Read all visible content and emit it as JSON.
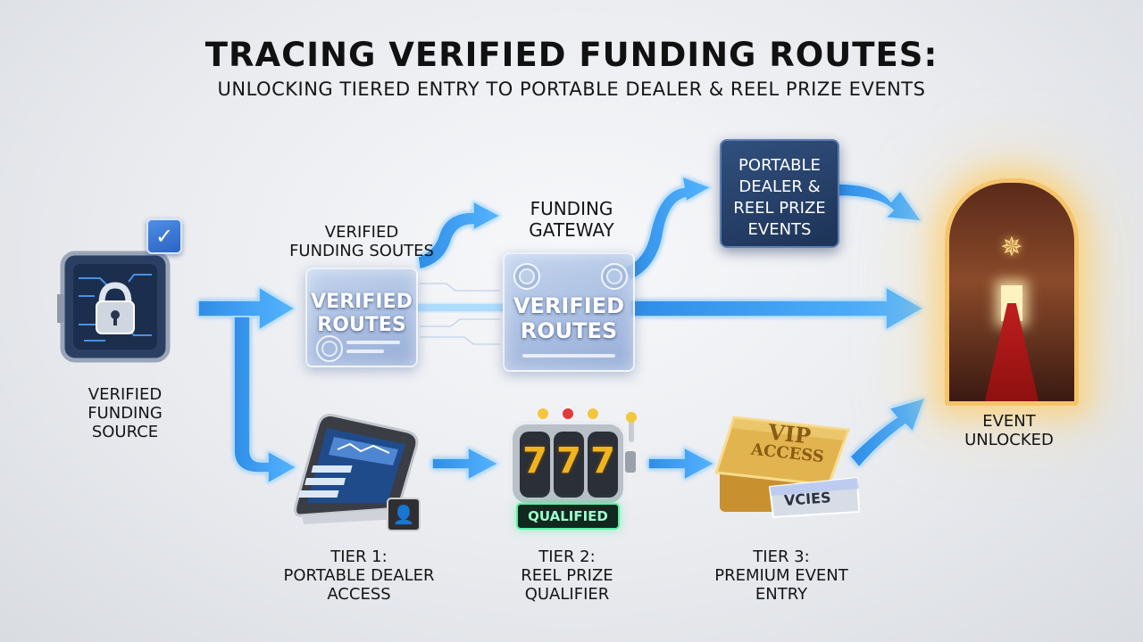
{
  "title": "TRACING VERIFIED FUNDING ROUTES:",
  "subtitle": "UNLOCKING TIERED ENTRY TO PORTABLE DEALER & REEL PRIZE EVENTS",
  "nodes": {
    "source": {
      "label_lines": [
        "VERIFIED",
        "FUNDING",
        "SOURCE"
      ],
      "icon": "secure-vault-lock-icon",
      "badge_icon": "checkmark-icon"
    },
    "routes_upper": {
      "label_lines": [
        "VERIFIED",
        "FUNDING SOUTES"
      ],
      "panel_lines": [
        "VERIFIED",
        "ROUTES"
      ]
    },
    "gateway": {
      "label_lines": [
        "FUNDING",
        "GATEWAY"
      ],
      "panel_lines": [
        "VERIFIED",
        "ROUTES"
      ]
    },
    "events": {
      "panel_lines": [
        "PORTABLE",
        "DEALER &",
        "REEL PRIZE",
        "EVENTS"
      ]
    },
    "unlocked": {
      "label_lines": [
        "EVENT",
        "UNLOCKED"
      ],
      "icon": "glowing-ballroom-door-icon"
    },
    "tier1": {
      "label_lines": [
        "TIER 1:",
        "PORTABLE DEALER",
        "ACCESS"
      ],
      "icon": "payment-terminal-icon",
      "badge_icon": "user-icon"
    },
    "tier2": {
      "label_lines": [
        "TIER 2:",
        "REEL PRIZE",
        "QUALIFIER"
      ],
      "icon": "slot-machine-icon",
      "badge": "QUALIFIED",
      "reels": [
        "7",
        "7",
        "7"
      ]
    },
    "tier3": {
      "label_lines": [
        "TIER 3:",
        "PREMIUM EVENT",
        "ENTRY"
      ],
      "icon": "vip-pass-icon",
      "pass_text": [
        "VIP",
        "ACCESS"
      ],
      "card_text": "VCIES"
    }
  },
  "colors": {
    "arrow": "#3a9ef0",
    "arrow_glow": "#8fd0ff",
    "panel": "#7f9ad0",
    "events_panel": "#23395f",
    "portal_glow": "#f5c46a",
    "qualified": "#59f3a5"
  }
}
